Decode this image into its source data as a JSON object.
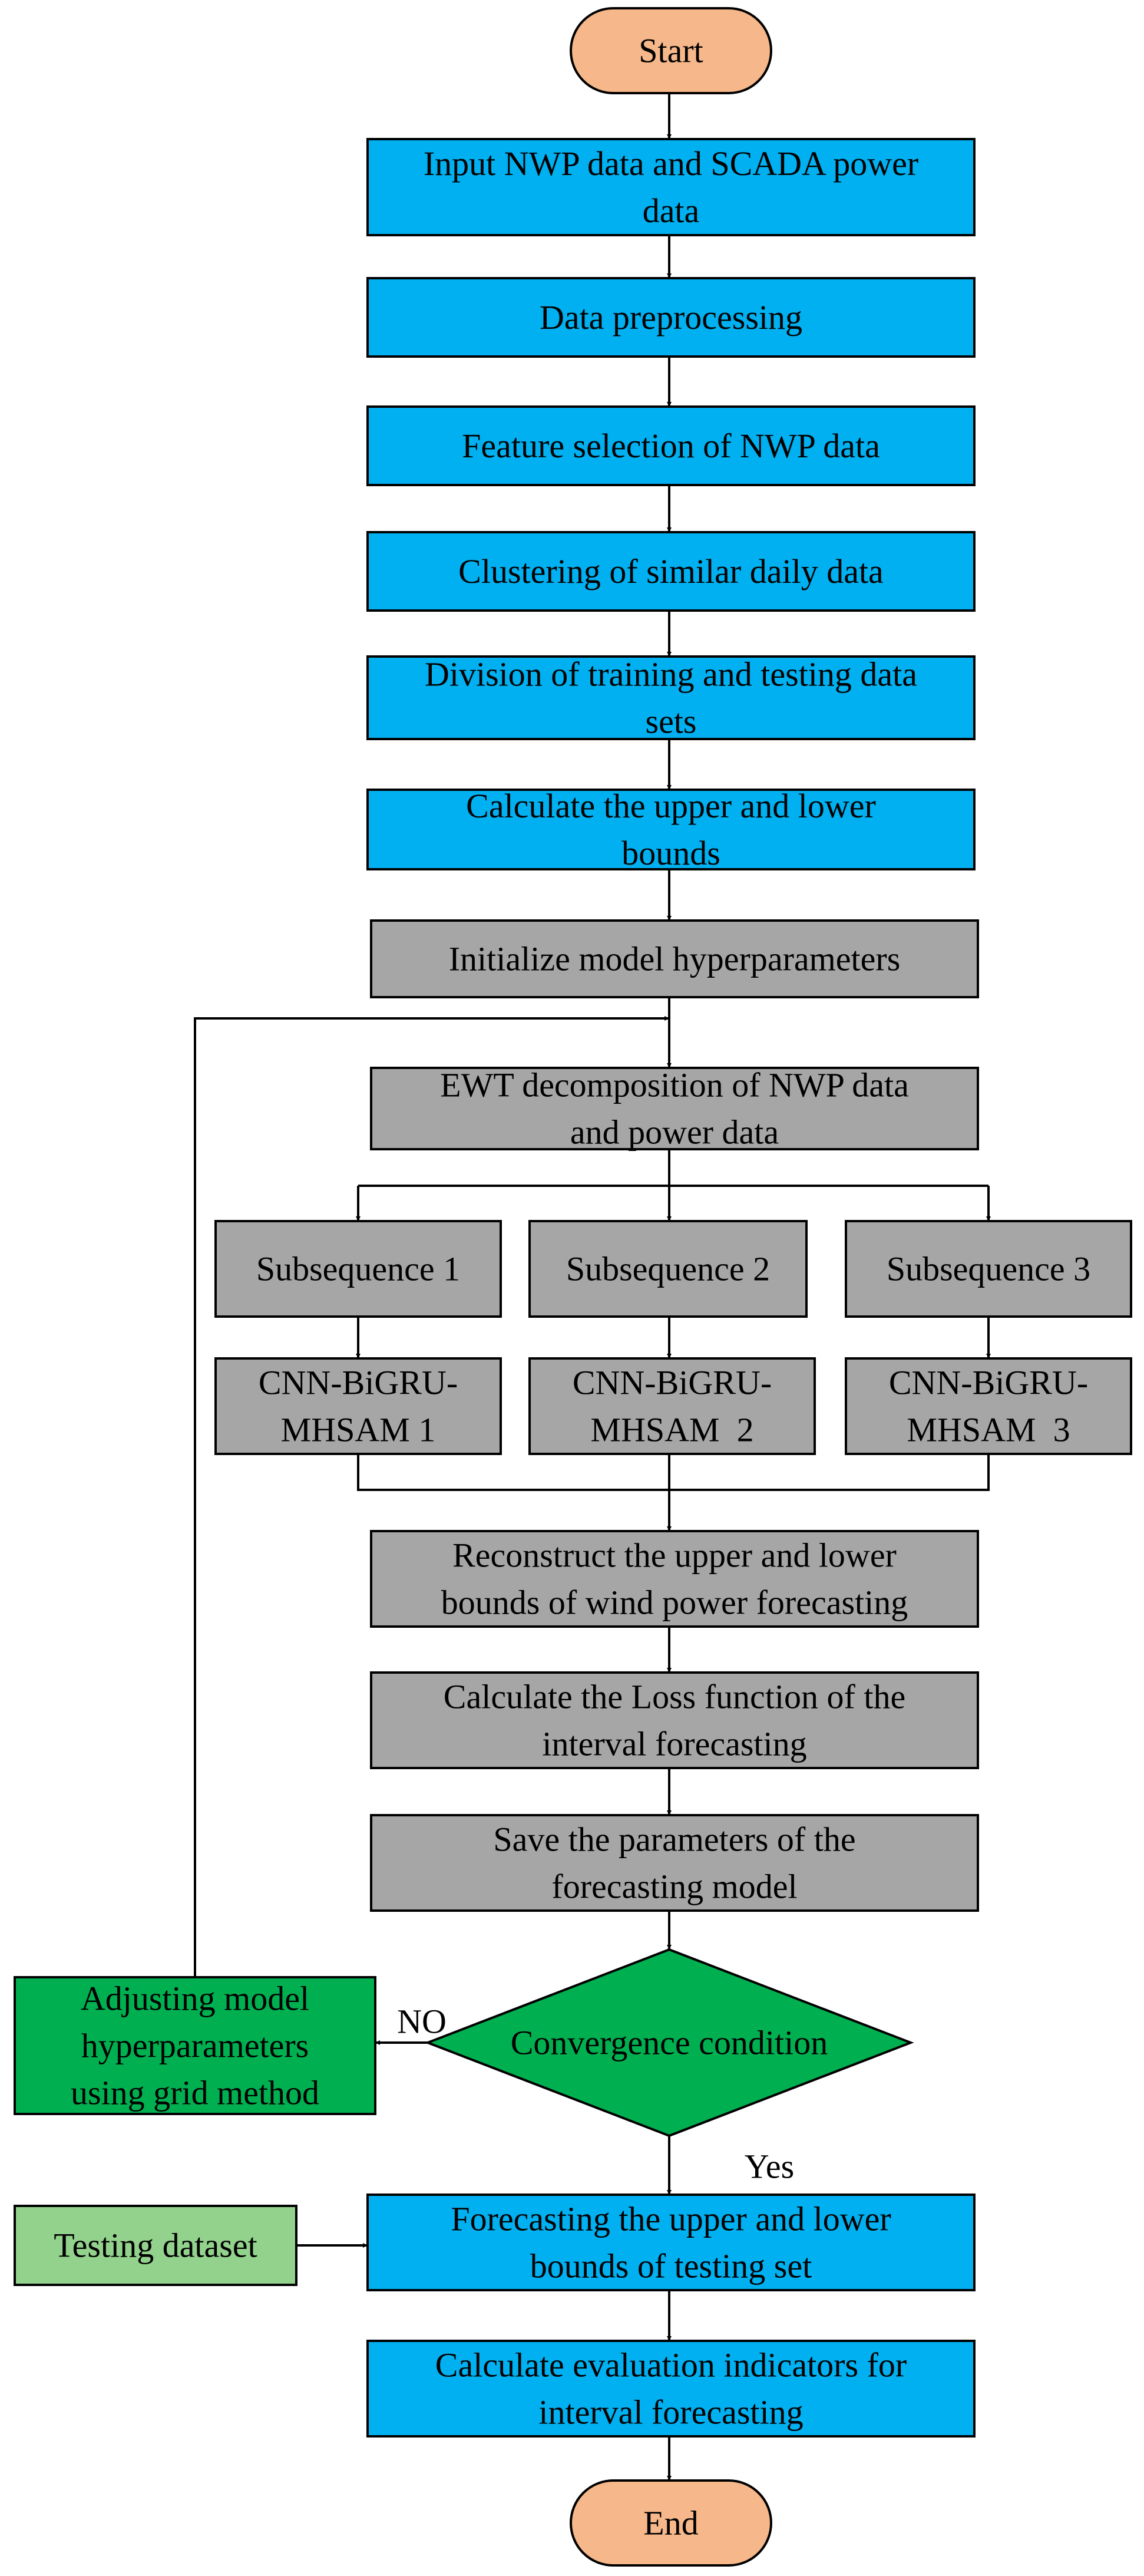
{
  "colors": {
    "terminal": "#f6b78a",
    "process_blue": "#00b0f0",
    "process_gray": "#a6a6a6",
    "decision_green": "#00b050",
    "testing_green": "#93d28c",
    "stroke": "#000000",
    "text": "#000000"
  },
  "nodes": {
    "start": {
      "lines": [
        "Start"
      ]
    },
    "input_data": {
      "lines": [
        "Input NWP data and SCADA power",
        "data"
      ]
    },
    "preprocessing": {
      "lines": [
        "Data preprocessing"
      ]
    },
    "feature_selection": {
      "lines": [
        "Feature selection of NWP data"
      ]
    },
    "clustering": {
      "lines": [
        "Clustering of similar daily data"
      ]
    },
    "division": {
      "lines": [
        "Division of training and testing data",
        "sets"
      ]
    },
    "calc_bounds": {
      "lines": [
        "Calculate the upper and lower",
        "bounds"
      ]
    },
    "init_hyper": {
      "lines": [
        "Initialize model hyperparameters"
      ]
    },
    "ewt": {
      "lines": [
        "EWT decomposition of NWP data",
        "and power data"
      ]
    },
    "subseq1": {
      "lines": [
        "Subsequence 1"
      ]
    },
    "subseq2": {
      "lines": [
        "Subsequence 2"
      ]
    },
    "subseq3": {
      "lines": [
        "Subsequence 3"
      ]
    },
    "model1": {
      "lines": [
        "CNN-BiGRU-",
        "MHSAM 1"
      ]
    },
    "model2": {
      "lines": [
        "CNN-BiGRU-",
        "MHSAM  2"
      ]
    },
    "model3": {
      "lines": [
        "CNN-BiGRU-",
        "MHSAM  3"
      ]
    },
    "reconstruct": {
      "lines": [
        "Reconstruct the upper and lower",
        "bounds of wind power forecasting"
      ]
    },
    "loss": {
      "lines": [
        "Calculate the Loss function of the",
        "interval forecasting"
      ]
    },
    "save": {
      "lines": [
        "Save the parameters of the",
        "forecasting model"
      ]
    },
    "convergence": {
      "lines": [
        "Convergence condition"
      ]
    },
    "adjust": {
      "lines": [
        "Adjusting model",
        "hyperparameters",
        "using grid method"
      ]
    },
    "testing_dataset": {
      "lines": [
        "Testing dataset"
      ]
    },
    "forecast_test": {
      "lines": [
        "Forecasting the upper and lower",
        "bounds of testing set"
      ]
    },
    "evaluation": {
      "lines": [
        "Calculate evaluation indicators for",
        "interval forecasting"
      ]
    },
    "end": {
      "lines": [
        "End"
      ]
    }
  },
  "edge_labels": {
    "no": "NO",
    "yes": "Yes"
  }
}
